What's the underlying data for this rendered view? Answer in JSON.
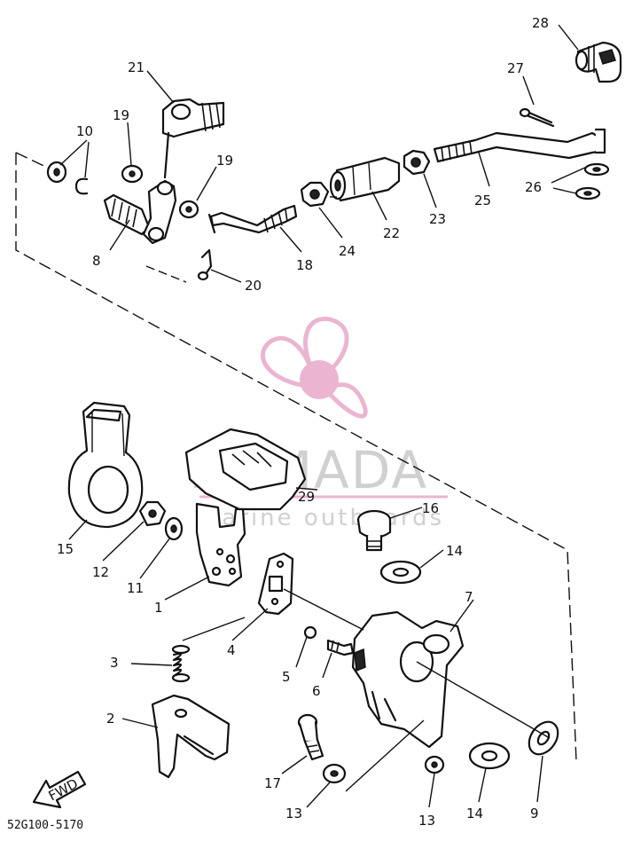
{
  "callouts": {
    "c1": "1",
    "c2": "2",
    "c3": "3",
    "c4": "4",
    "c5": "5",
    "c6": "6",
    "c7": "7",
    "c8": "8",
    "c9": "9",
    "c10": "10",
    "c11": "11",
    "c12": "12",
    "c13a": "13",
    "c13b": "13",
    "c14a": "14",
    "c14b": "14",
    "c15": "15",
    "c16": "16",
    "c17": "17",
    "c18": "18",
    "c19a": "19",
    "c19b": "19",
    "c20": "20",
    "c21": "21",
    "c22": "22",
    "c23": "23",
    "c24": "24",
    "c25": "25",
    "c26": "26",
    "c27": "27",
    "c28": "28",
    "c29": "29"
  },
  "diagram_code": "52G100-5170",
  "fwd_label": "FWD",
  "watermark": {
    "brand": "ARMADA",
    "tagline": "marine outboards",
    "logo_color": "#e8a9c9",
    "text_color": "#c8c8c8"
  }
}
